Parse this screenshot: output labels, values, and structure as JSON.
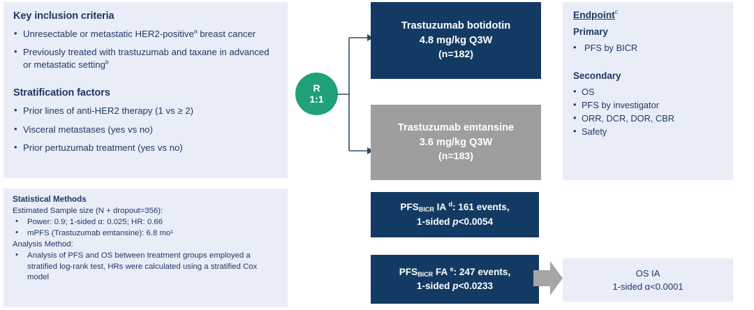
{
  "criteria": {
    "title": "Key inclusion criteria",
    "items": [
      {
        "text": "Unresectable or metastatic HER2-positive",
        "sup": "a",
        "tail": " breast cancer"
      },
      {
        "text": "Previously treated with trastuzumab and taxane in advanced or metastatic setting",
        "sup": "b",
        "tail": ""
      }
    ],
    "strat_title": "Stratification factors",
    "strat_items": [
      "Prior lines of anti-HER2 therapy (1 vs ≥ 2)",
      "Visceral metastases (yes vs no)",
      "Prior pertuzumab treatment (yes vs no)"
    ]
  },
  "stats": {
    "title": "Statistical Methods",
    "sample_line": "Estimated Sample size (N + dropout=356):",
    "sample_bullets": [
      "Power: 0.9; 1-sided α: 0.025; HR: 0.66",
      "mPFS (Trastuzumab emtansine): 6.8 mo¹"
    ],
    "method_line": "Analysis Method:",
    "method_bullets": [
      "Analysis of PFS and OS between treatment groups employed a stratified log-rank test, HRs were calculated using a stratified Cox model"
    ]
  },
  "randomization": {
    "label": "R",
    "ratio": "1:1"
  },
  "arms": {
    "experimental": {
      "drug": "Trastuzumab botidotin",
      "dose": "4.8 mg/kg  Q3W",
      "n": "(n=182)",
      "color": "#123a63"
    },
    "control": {
      "drug": "Trastuzumab emtansine",
      "dose": "3.6 mg/kg  Q3W",
      "n": "(n=183)",
      "color": "#9e9e9e"
    }
  },
  "analyses": {
    "ia": {
      "prefix": "PFS",
      "subscript": "BICR",
      "type": " IA ",
      "sup": "d",
      "events": ": 161 events,",
      "pvalue_pre": "1-sided ",
      "pvalue_italic": "p",
      "pvalue_post": "<0.0054"
    },
    "fa": {
      "prefix": "PFS",
      "subscript": "BICR",
      "type": " FA ",
      "sup": "e",
      "events": ": 247 events,",
      "pvalue_pre": "1-sided ",
      "pvalue_italic": "p",
      "pvalue_post": "<0.0233"
    }
  },
  "endpoint": {
    "heading": "Endpoint",
    "heading_sup": "c",
    "primary_label": "Primary",
    "primary_items": [
      "PFS by BICR"
    ],
    "secondary_label": "Secondary",
    "secondary_items": [
      "OS",
      "PFS by investigator",
      "ORR, DCR, DOR, CBR",
      "Safety"
    ]
  },
  "os_ia": {
    "title": "OS IA",
    "alpha": "1-sided α<0.0001"
  },
  "colors": {
    "panel_bg": "#e9edf8",
    "navy": "#123a63",
    "gray": "#9e9e9e",
    "green": "#21a179",
    "text": "#1f3864"
  }
}
